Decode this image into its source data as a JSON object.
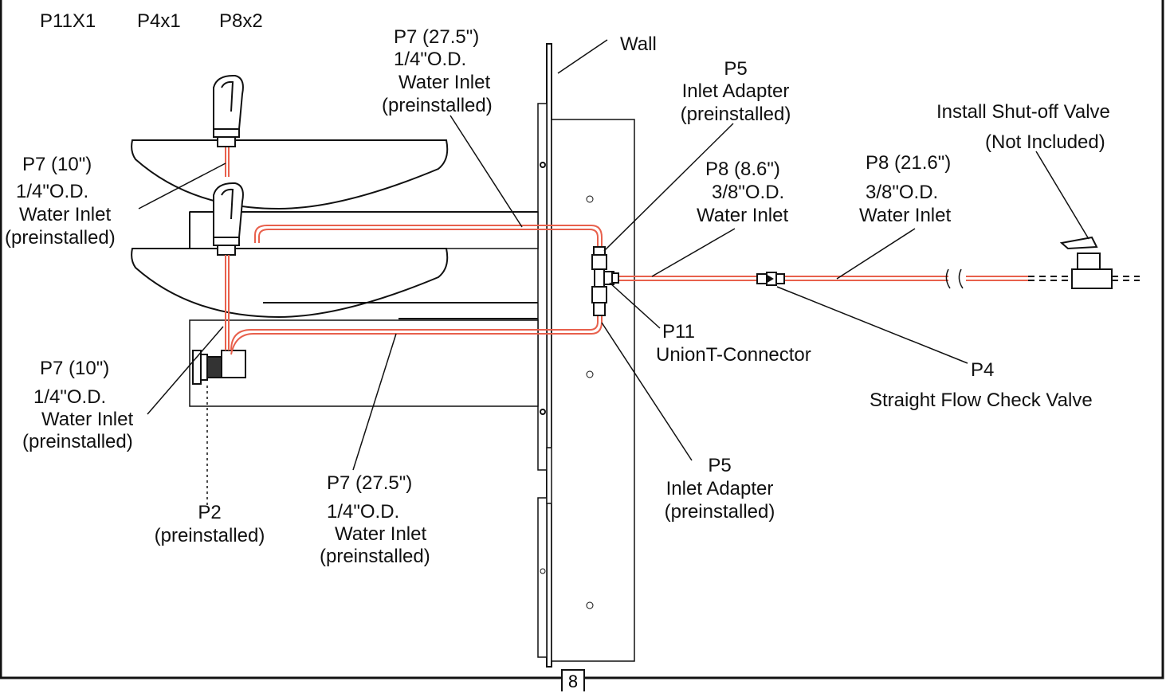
{
  "page": {
    "number": "8"
  },
  "parts_header": [
    "P11X1",
    "P4x1",
    "P8x2"
  ],
  "labels": {
    "wall": "Wall",
    "p7_top_right": [
      "P7  (27.5\")",
      "1/4\"O.D.",
      "Water Inlet",
      "(preinstalled)"
    ],
    "p7_upper_left": [
      "P7  (10\")",
      "1/4\"O.D.",
      "Water Inlet",
      "(preinstalled)"
    ],
    "p7_lower_left": [
      "P7  (10\")",
      "1/4\"O.D.",
      "Water Inlet",
      "(preinstalled)"
    ],
    "p7_bottom": [
      "P7  (27.5\")",
      "1/4\"O.D.",
      "Water Inlet",
      "(preinstalled)"
    ],
    "p5_top": [
      "P5",
      "Inlet Adapter",
      "(preinstalled)"
    ],
    "p5_bottom": [
      "P5",
      "Inlet Adapter",
      "(preinstalled)"
    ],
    "p8_short": [
      "P8  (8.6\")",
      "3/8\"O.D.",
      "Water Inlet"
    ],
    "p8_long": [
      "P8  (21.6\")",
      "3/8\"O.D.",
      "Water Inlet"
    ],
    "shutoff": [
      "Install Shut-off Valve",
      "(Not Included)"
    ],
    "p11": [
      "P11",
      "UnionT-Connector"
    ],
    "p4": [
      "P4",
      "Straight Flow Check Valve"
    ],
    "p2": [
      "P2",
      "(preinstalled)"
    ]
  },
  "colors": {
    "tube": "#e8604c",
    "line": "#111111"
  }
}
